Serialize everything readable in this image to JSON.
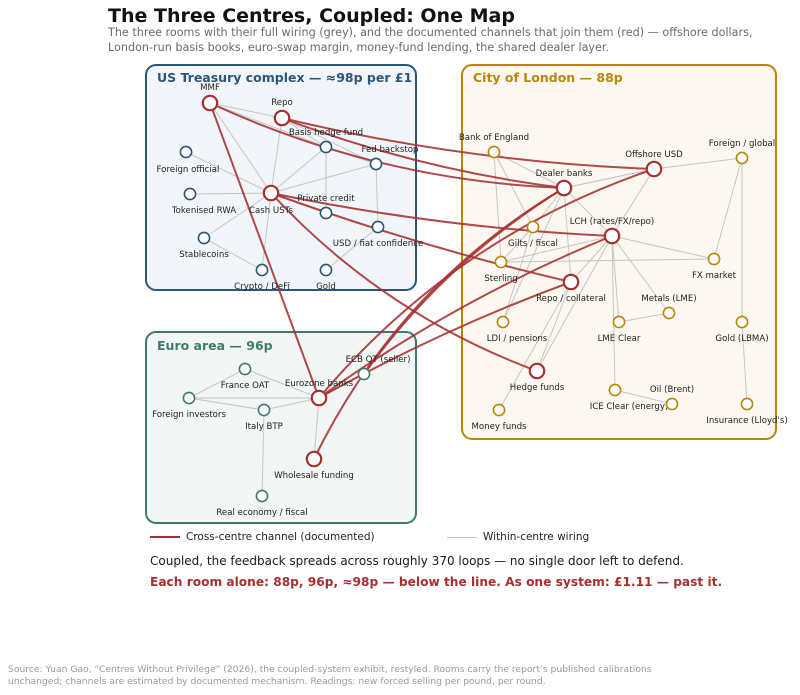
{
  "title": "The Three Centres, Coupled: One Map",
  "subtitle": "The three rooms with their full wiring (grey), and the documented channels that join them (red) — offshore dollars, London-run basis books, euro-swap margin, money-fund lending, the shared dealer layer.",
  "colors": {
    "cross": "#a53030",
    "within": "#c6c6c6",
    "us": "#2c5577",
    "london": "#b8860b",
    "euro": "#3f7a6e"
  },
  "panels": [
    {
      "id": "us",
      "title": "US Treasury complex — ≈98p per £1"
    },
    {
      "id": "london",
      "title": "City of London — 88p"
    },
    {
      "id": "euro",
      "title": "Euro area — 96p"
    }
  ],
  "nodes": [
    {
      "id": "mmf",
      "label": "MMF",
      "panel": "us",
      "hub": true
    },
    {
      "id": "repo",
      "label": "Repo",
      "panel": "us",
      "hub": true
    },
    {
      "id": "basis",
      "label": "Basis hedge fund",
      "panel": "us",
      "hub": false
    },
    {
      "id": "fed",
      "label": "Fed backstop",
      "panel": "us",
      "hub": false
    },
    {
      "id": "foreign_off",
      "label": "Foreign official",
      "panel": "us",
      "hub": false
    },
    {
      "id": "cash_ust",
      "label": "Cash USTs",
      "panel": "us",
      "hub": true
    },
    {
      "id": "tok_rwa",
      "label": "Tokenised RWA",
      "panel": "us",
      "hub": false
    },
    {
      "id": "priv_credit",
      "label": "Private credit",
      "panel": "us",
      "hub": false
    },
    {
      "id": "usd_conf",
      "label": "USD / fiat confidence",
      "panel": "us",
      "hub": false
    },
    {
      "id": "stablecoins",
      "label": "Stablecoins",
      "panel": "us",
      "hub": false
    },
    {
      "id": "crypto",
      "label": "Crypto / DeFi",
      "panel": "us",
      "hub": false
    },
    {
      "id": "gold",
      "label": "Gold",
      "panel": "us",
      "hub": false
    },
    {
      "id": "boe",
      "label": "Bank of England",
      "panel": "london",
      "hub": false
    },
    {
      "id": "offshore_usd",
      "label": "Offshore USD",
      "panel": "london",
      "hub": true
    },
    {
      "id": "foreign_global",
      "label": "Foreign / global",
      "panel": "london",
      "hub": false
    },
    {
      "id": "dealer_banks",
      "label": "Dealer banks",
      "panel": "london",
      "hub": true
    },
    {
      "id": "gilts",
      "label": "Gilts / fiscal",
      "panel": "london",
      "hub": false
    },
    {
      "id": "lch",
      "label": "LCH (rates/FX/repo)",
      "panel": "london",
      "hub": true
    },
    {
      "id": "sterling",
      "label": "Sterling",
      "panel": "london",
      "hub": false
    },
    {
      "id": "fx_market",
      "label": "FX market",
      "panel": "london",
      "hub": false
    },
    {
      "id": "repo_coll",
      "label": "Repo / collateral",
      "panel": "london",
      "hub": true
    },
    {
      "id": "metals",
      "label": "Metals (LME)",
      "panel": "london",
      "hub": false
    },
    {
      "id": "ldi",
      "label": "LDI / pensions",
      "panel": "london",
      "hub": false
    },
    {
      "id": "lme_clear",
      "label": "LME Clear",
      "panel": "london",
      "hub": false
    },
    {
      "id": "gold_lbma",
      "label": "Gold (LBMA)",
      "panel": "london",
      "hub": false
    },
    {
      "id": "hedge_funds",
      "label": "Hedge funds",
      "panel": "london",
      "hub": true
    },
    {
      "id": "ice_clear",
      "label": "ICE Clear (energy)",
      "panel": "london",
      "hub": false
    },
    {
      "id": "oil",
      "label": "Oil (Brent)",
      "panel": "london",
      "hub": false
    },
    {
      "id": "money_funds",
      "label": "Money funds",
      "panel": "london",
      "hub": false
    },
    {
      "id": "insurance",
      "label": "Insurance (Lloyd's)",
      "panel": "london",
      "hub": false
    },
    {
      "id": "france",
      "label": "France OAT",
      "panel": "euro",
      "hub": false
    },
    {
      "id": "ecb",
      "label": "ECB QT (seller)",
      "panel": "euro",
      "hub": false
    },
    {
      "id": "foreign_inv",
      "label": "Foreign investors",
      "panel": "euro",
      "hub": false
    },
    {
      "id": "italy",
      "label": "Italy BTP",
      "panel": "euro",
      "hub": false
    },
    {
      "id": "ez_banks",
      "label": "Eurozone banks",
      "panel": "euro",
      "hub": true
    },
    {
      "id": "wholesale",
      "label": "Wholesale funding",
      "panel": "euro",
      "hub": true
    },
    {
      "id": "real_econ",
      "label": "Real economy / fiscal",
      "panel": "euro",
      "hub": false
    }
  ],
  "legend": {
    "cross": "Cross-centre channel (documented)",
    "within": "Within-centre wiring"
  },
  "summary": "Coupled, the feedback spreads across roughly 370 loops — no single door left to defend.",
  "verdict": "Each room alone: 88p, 96p, ≈98p — below the line.  As one system: £1.11 — past it.",
  "source": "Source: Yuan Gao, “Centres Without Privilege” (2026), the coupled-system exhibit, restyled. Rooms carry the report’s published calibrations unchanged; channels are estimated by documented mechanism. Readings: new forced selling per pound, per round."
}
